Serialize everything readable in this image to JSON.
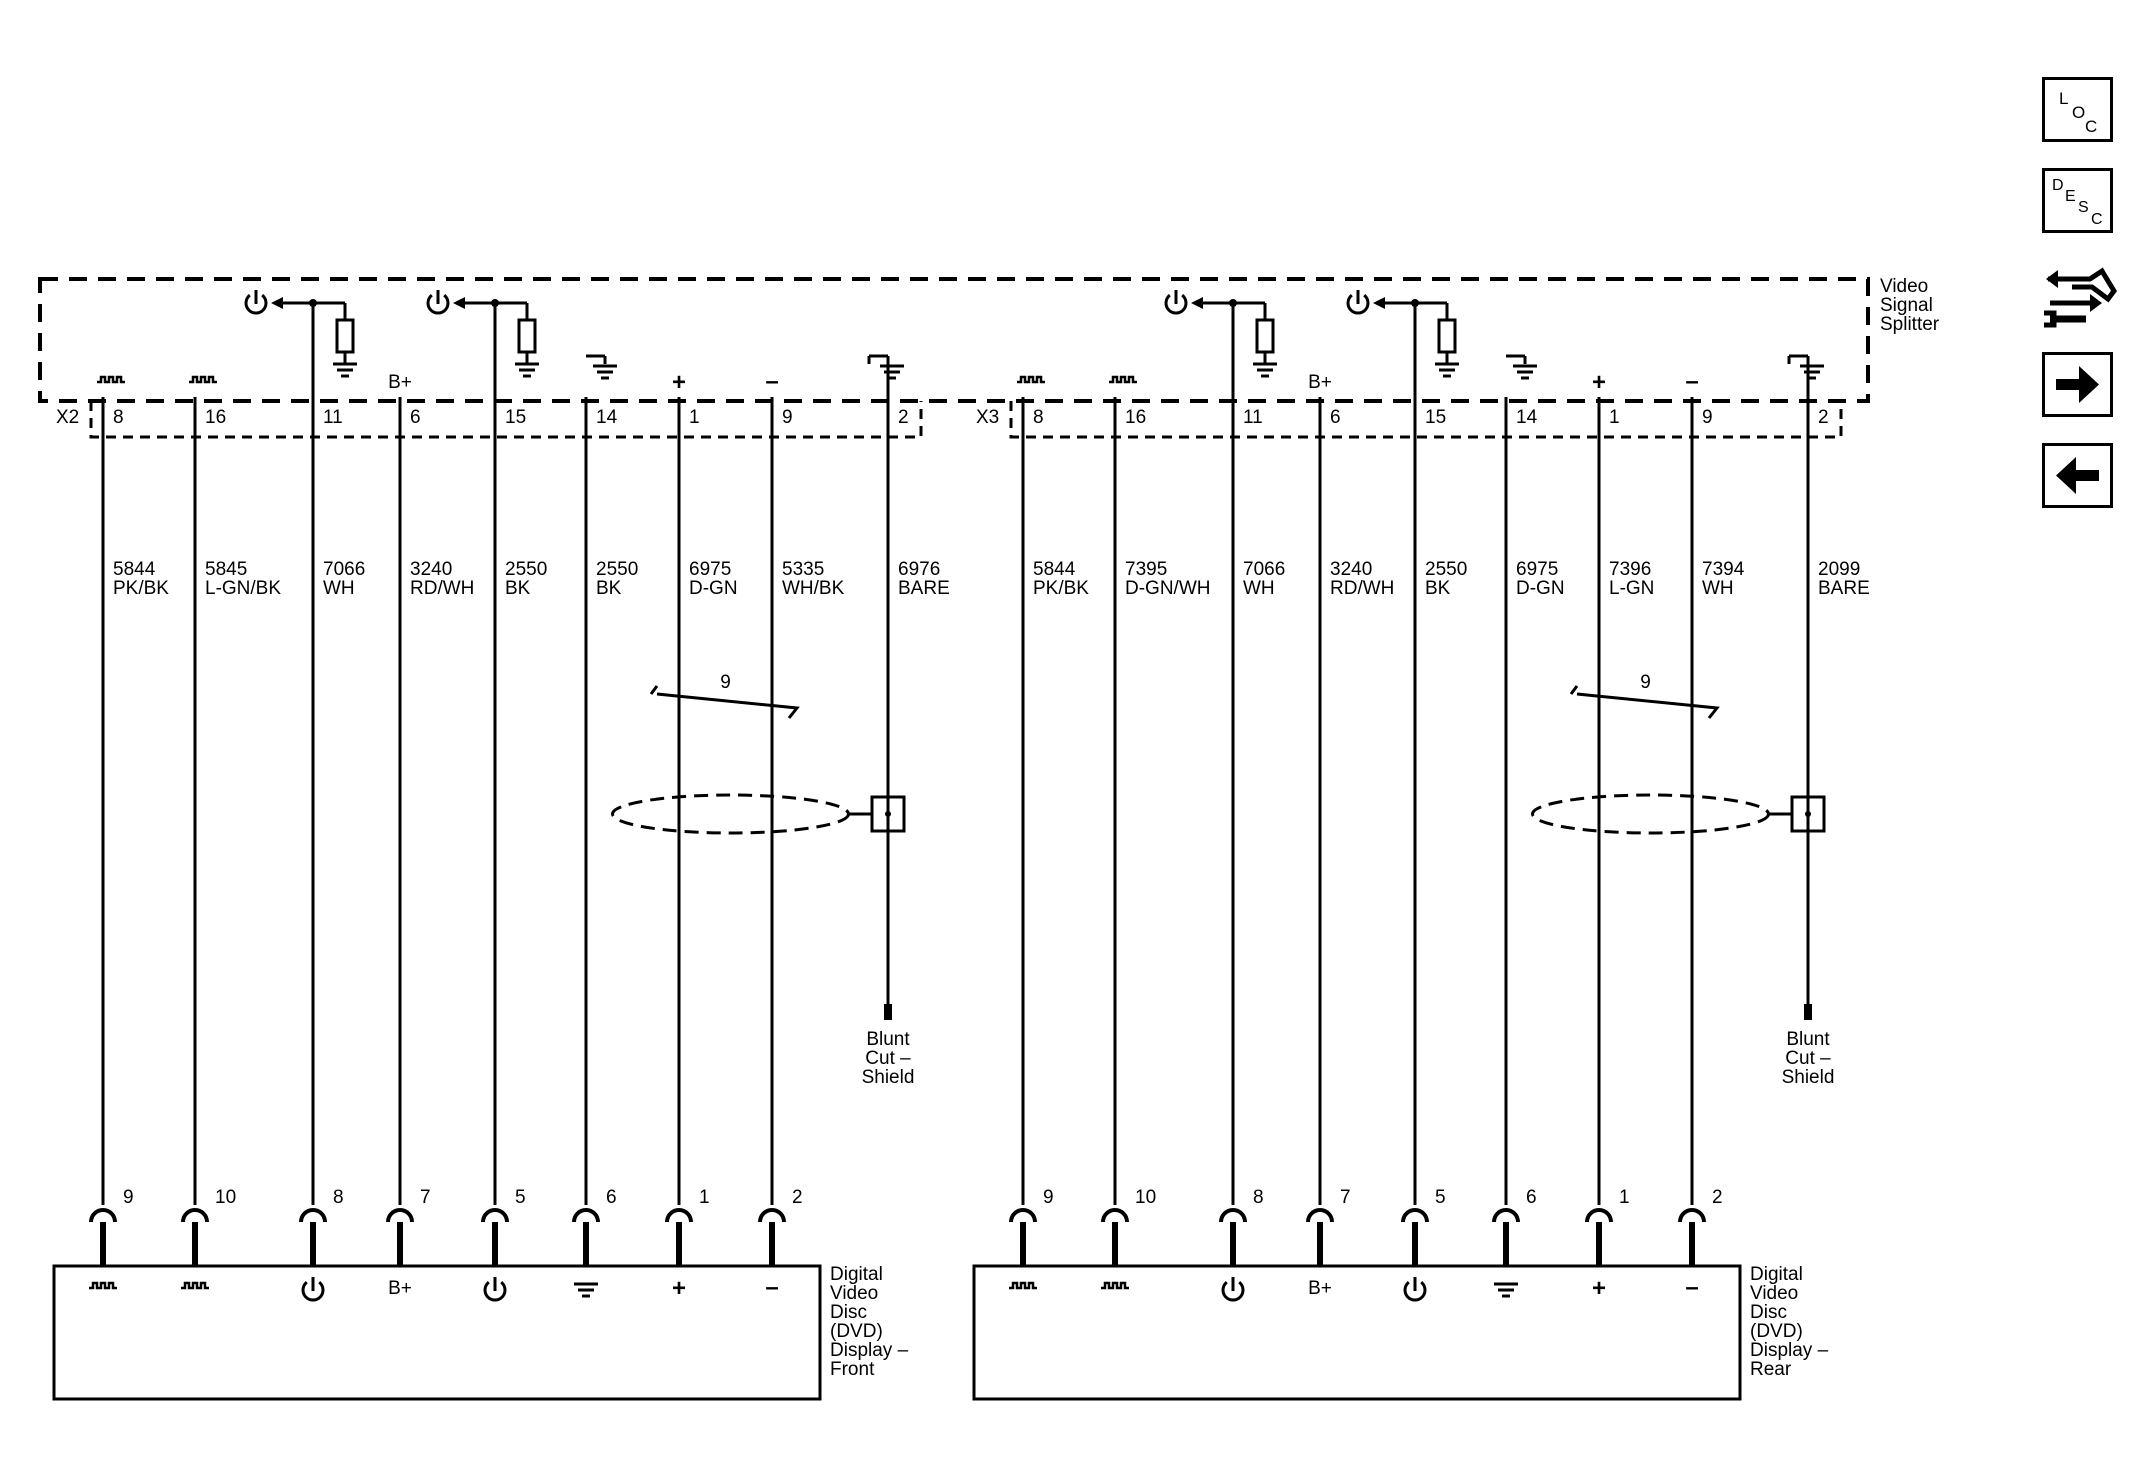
{
  "splitter_label": [
    "Video",
    "Signal",
    "Splitter"
  ],
  "sections": [
    {
      "connector": "X2",
      "pins": [
        {
          "splitter_pin": "8",
          "symbol": "signal",
          "wire_num": "5844",
          "wire_color": "PK/BK",
          "dvd_pin": "9"
        },
        {
          "splitter_pin": "16",
          "symbol": "signal",
          "wire_num": "5845",
          "wire_color": "L-GN/BK",
          "dvd_pin": "10"
        },
        {
          "splitter_pin": "11",
          "symbol": "power-switch",
          "wire_num": "7066",
          "wire_color": "WH",
          "dvd_pin": "8"
        },
        {
          "splitter_pin": "6",
          "symbol": "b-plus",
          "wire_num": "3240",
          "wire_color": "RD/WH",
          "dvd_pin": "7"
        },
        {
          "splitter_pin": "15",
          "symbol": "power-switch",
          "wire_num": "2550",
          "wire_color": "BK",
          "dvd_pin": "5"
        },
        {
          "splitter_pin": "14",
          "symbol": "ground",
          "wire_num": "2550",
          "wire_color": "BK",
          "dvd_pin": "6"
        },
        {
          "splitter_pin": "1",
          "symbol": "plus",
          "wire_num": "6975",
          "wire_color": "D-GN",
          "dvd_pin": "1"
        },
        {
          "splitter_pin": "9",
          "symbol": "minus",
          "wire_num": "5335",
          "wire_color": "WH/BK",
          "dvd_pin": "2"
        },
        {
          "splitter_pin": "2",
          "symbol": "shield",
          "wire_num": "6976",
          "wire_color": "BARE",
          "dvd_pin": ""
        }
      ],
      "twist_label": "9",
      "shield_label": [
        "Blunt",
        "Cut –",
        "Shield"
      ],
      "dvd_label": [
        "Digital",
        "Video",
        "Disc",
        "(DVD)",
        "Display –",
        "Front"
      ]
    },
    {
      "connector": "X3",
      "pins": [
        {
          "splitter_pin": "8",
          "symbol": "signal",
          "wire_num": "5844",
          "wire_color": "PK/BK",
          "dvd_pin": "9"
        },
        {
          "splitter_pin": "16",
          "symbol": "signal",
          "wire_num": "7395",
          "wire_color": "D-GN/WH",
          "dvd_pin": "10"
        },
        {
          "splitter_pin": "11",
          "symbol": "power-switch",
          "wire_num": "7066",
          "wire_color": "WH",
          "dvd_pin": "8"
        },
        {
          "splitter_pin": "6",
          "symbol": "b-plus",
          "wire_num": "3240",
          "wire_color": "RD/WH",
          "dvd_pin": "7"
        },
        {
          "splitter_pin": "15",
          "symbol": "power-switch",
          "wire_num": "2550",
          "wire_color": "BK",
          "dvd_pin": "5"
        },
        {
          "splitter_pin": "14",
          "symbol": "ground",
          "wire_num": "6975",
          "wire_color": "D-GN",
          "dvd_pin": "6"
        },
        {
          "splitter_pin": "1",
          "symbol": "plus",
          "wire_num": "7396",
          "wire_color": "L-GN",
          "dvd_pin": "1"
        },
        {
          "splitter_pin": "9",
          "symbol": "minus",
          "wire_num": "7394",
          "wire_color": "WH",
          "dvd_pin": "2"
        },
        {
          "splitter_pin": "2",
          "symbol": "shield",
          "wire_num": "2099",
          "wire_color": "BARE",
          "dvd_pin": ""
        }
      ],
      "twist_label": "9",
      "shield_label": [
        "Blunt",
        "Cut –",
        "Shield"
      ],
      "dvd_label": [
        "Digital",
        "Video",
        "Disc",
        "(DVD)",
        "Display –",
        "Rear"
      ]
    }
  ],
  "symbols": {
    "b_plus": "B+",
    "plus": "+",
    "minus": "–"
  },
  "side_buttons": [
    {
      "name": "loc",
      "glyphs": [
        "L",
        "O",
        "C"
      ]
    },
    {
      "name": "desc",
      "glyphs": [
        "D",
        "E",
        "S",
        "C"
      ]
    },
    {
      "name": "connector-tool",
      "icon": "connector-wrench-icon"
    },
    {
      "name": "next",
      "icon": "arrow-right-icon"
    },
    {
      "name": "prev",
      "icon": "arrow-left-icon"
    }
  ]
}
